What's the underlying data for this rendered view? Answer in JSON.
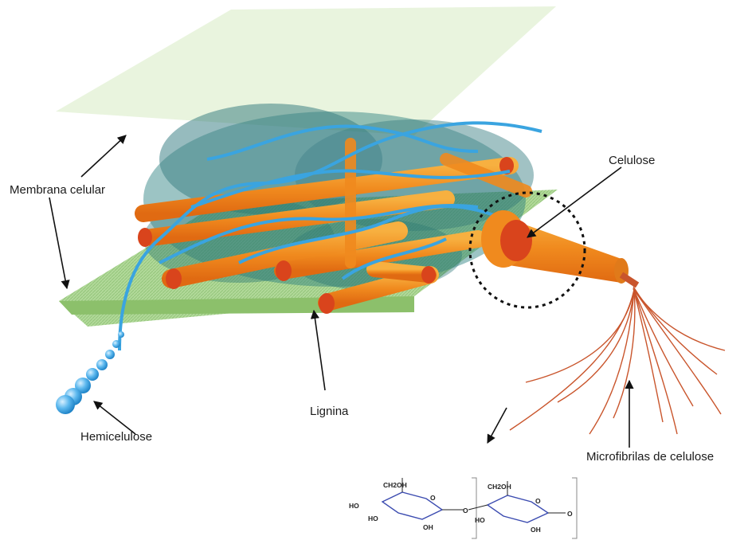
{
  "labels": {
    "membrana": "Membrana celular",
    "celulose": "Celulose",
    "lignina": "Lignina",
    "hemicelulose": "Hemicelulose",
    "microfibrilas": "Microfibrilas de celulose"
  },
  "chemical_structure": {
    "groups": [
      "CH2OH",
      "HO",
      "HO",
      "OH",
      "O",
      "O",
      "CH2OH",
      "HO",
      "OH",
      "O",
      "O"
    ]
  },
  "colors": {
    "membrane_top": "#e8f3dc",
    "membrane_bottom": "#a9d38a",
    "cellulose": "#f08a1e",
    "cellulose_end": "#d9441c",
    "hemicellulose": "#3aa4e0",
    "lignin": "#1f6e72",
    "microfibril": "#c9552c"
  }
}
